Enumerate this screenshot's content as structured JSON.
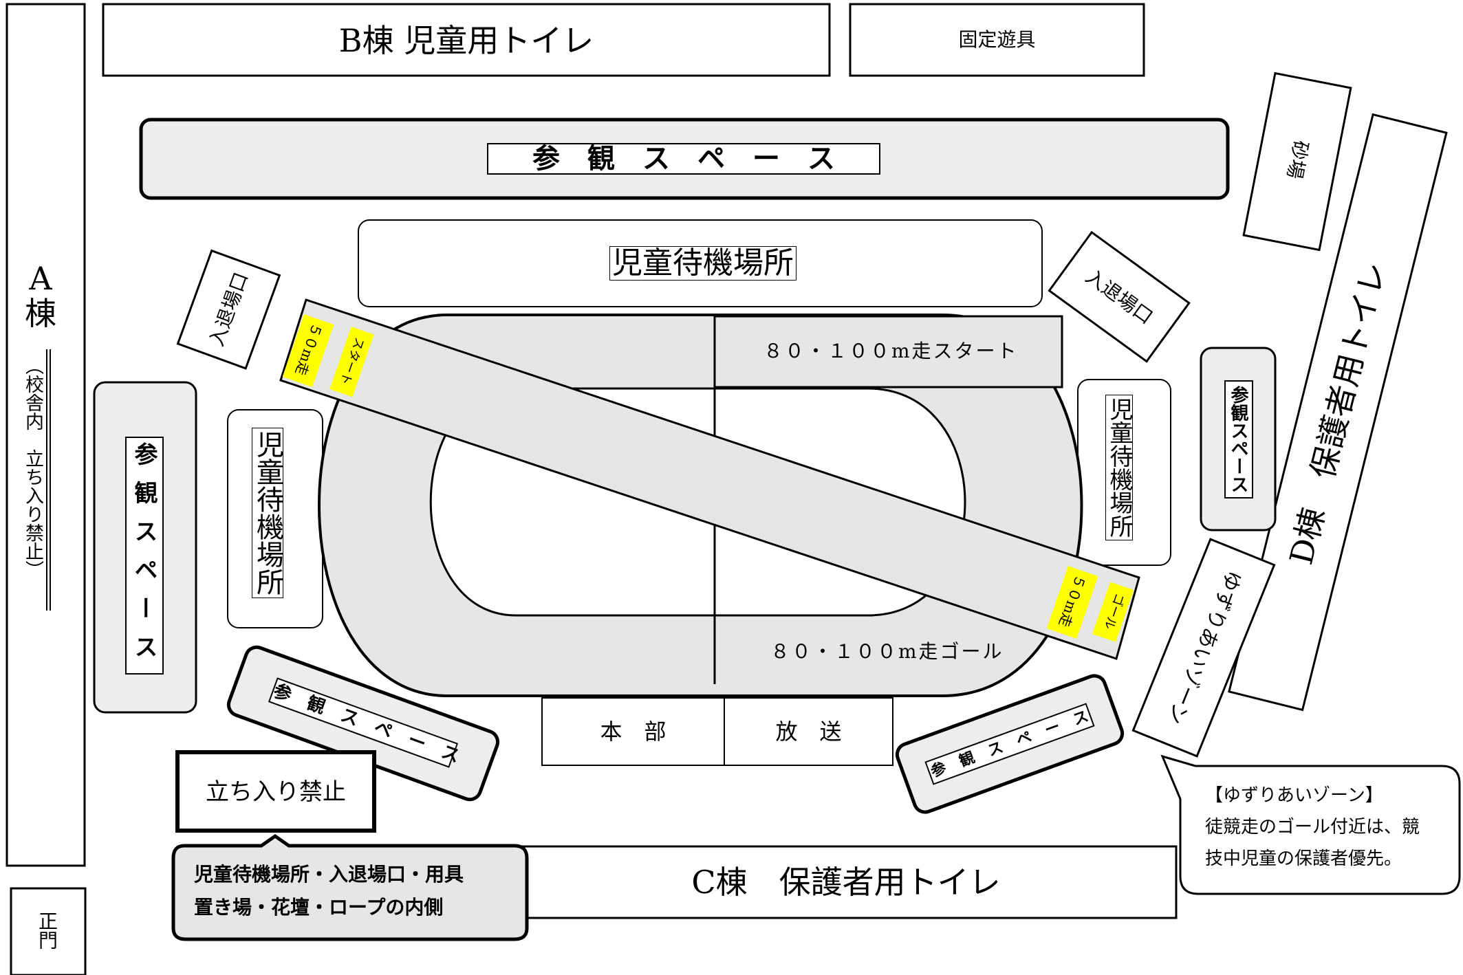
{
  "buildings": {
    "a_name": "A棟",
    "a_note": "（校舎内　立ち入り禁止）",
    "b_label": "B棟  児童用トイレ",
    "c_label": "C棟　保護者用トイレ",
    "d_label": "D棟　保護者用トイレ"
  },
  "facilities": {
    "fixed_equipment": "固定遊具",
    "sandbox": "砂場",
    "main_gate": "正門",
    "hq": "本　部",
    "broadcast": "放　送"
  },
  "spectator_label": "参　観　ス　ペ　ー　ス",
  "spectator_label_short": "参観スペース",
  "waiting_area": "児童待機場所",
  "entrance": "入退場口",
  "track": {
    "start_80_100": "８０・１００m走スタート",
    "goal_80_100": "８０・１００m走ゴール",
    "start_50_line1": "５０m走",
    "start_50_line2": "スタート",
    "goal_50_line1": "５０m走",
    "goal_50_line2": "ゴール"
  },
  "yuzuriai_zone": "ゆずりあいゾーン",
  "no_entry": "立ち入り禁止",
  "no_entry_note_line1": "児童待機場所・入退場口・用具",
  "no_entry_note_line2": "置き場・花壇・ロープの内側",
  "callout": {
    "title": "【ゆずりあいゾーン】",
    "line1": "徒競走のゴール付近は、競",
    "line2": "技中児童の保護者優先。"
  },
  "colors": {
    "gray_fill": "#e8e8e8",
    "highlight": "#ffff00",
    "line": "#000000"
  }
}
